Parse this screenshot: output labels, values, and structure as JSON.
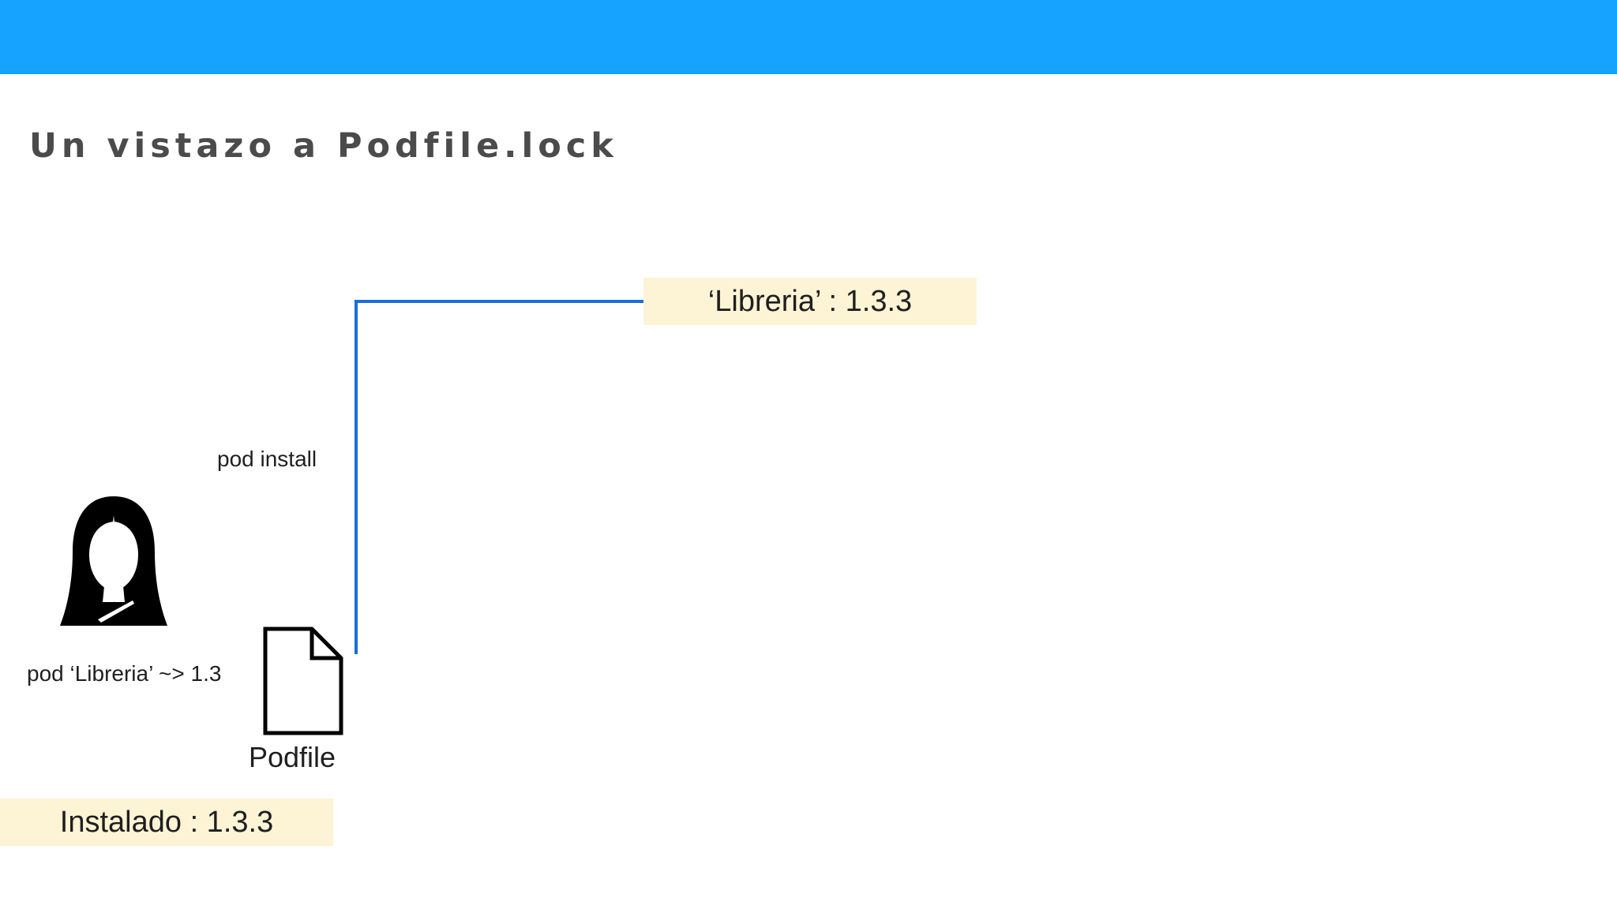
{
  "header": {
    "bar_color": "#16a3ff"
  },
  "slide": {
    "title": "Un vistazo a Podfile.lock"
  },
  "diagram": {
    "connector_color": "#1a6ed8",
    "box_color": "#fdf3d5",
    "lock_entry": "‘Libreria’ : 1.3.3",
    "command": "pod install",
    "podfile_line": "pod ‘Libreria’ ~> 1.3",
    "podfile_label": "Podfile",
    "installed": "Instalado : 1.3.3",
    "icons": {
      "user": "woman-avatar-icon",
      "file": "document-icon"
    }
  }
}
